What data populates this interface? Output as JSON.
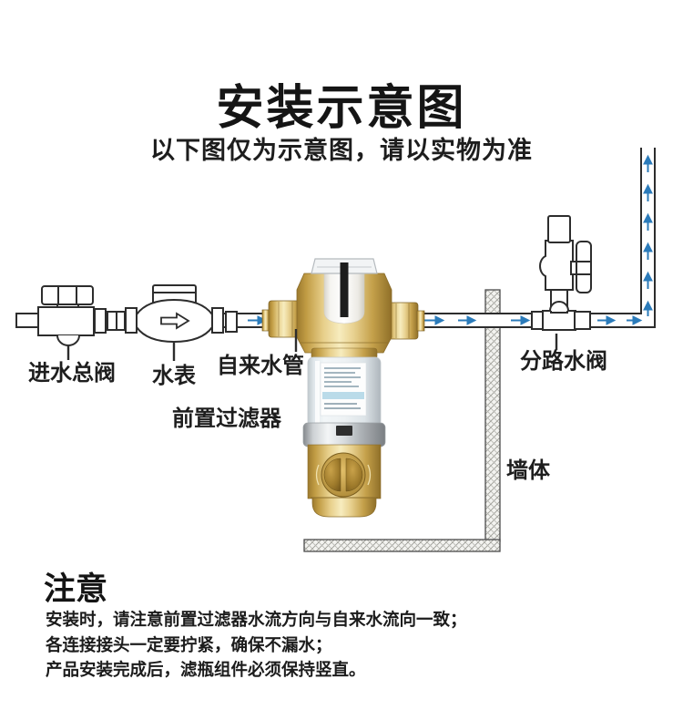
{
  "header": {
    "title": "安装示意图",
    "subtitle": "以下图仅为示意图，请以实物为准"
  },
  "diagram": {
    "labels": {
      "inlet_valve": "进水总阀",
      "water_meter": "水表",
      "tap_water_pipe": "自来水管",
      "pre_filter": "前置过滤器",
      "branch_valve": "分路水阀",
      "wall": "墙体"
    },
    "flow_direction_color": "#2b7bba",
    "line_color": "#2d2d2d"
  },
  "notes": {
    "heading": "注意",
    "items": [
      "安装时，请注意前置过滤器水流方向与自来水流向一致；",
      "各连接接头一定要拧紧，确保不漏水；",
      "产品安装完成后，滤瓶组件必须保持竖直。"
    ]
  }
}
